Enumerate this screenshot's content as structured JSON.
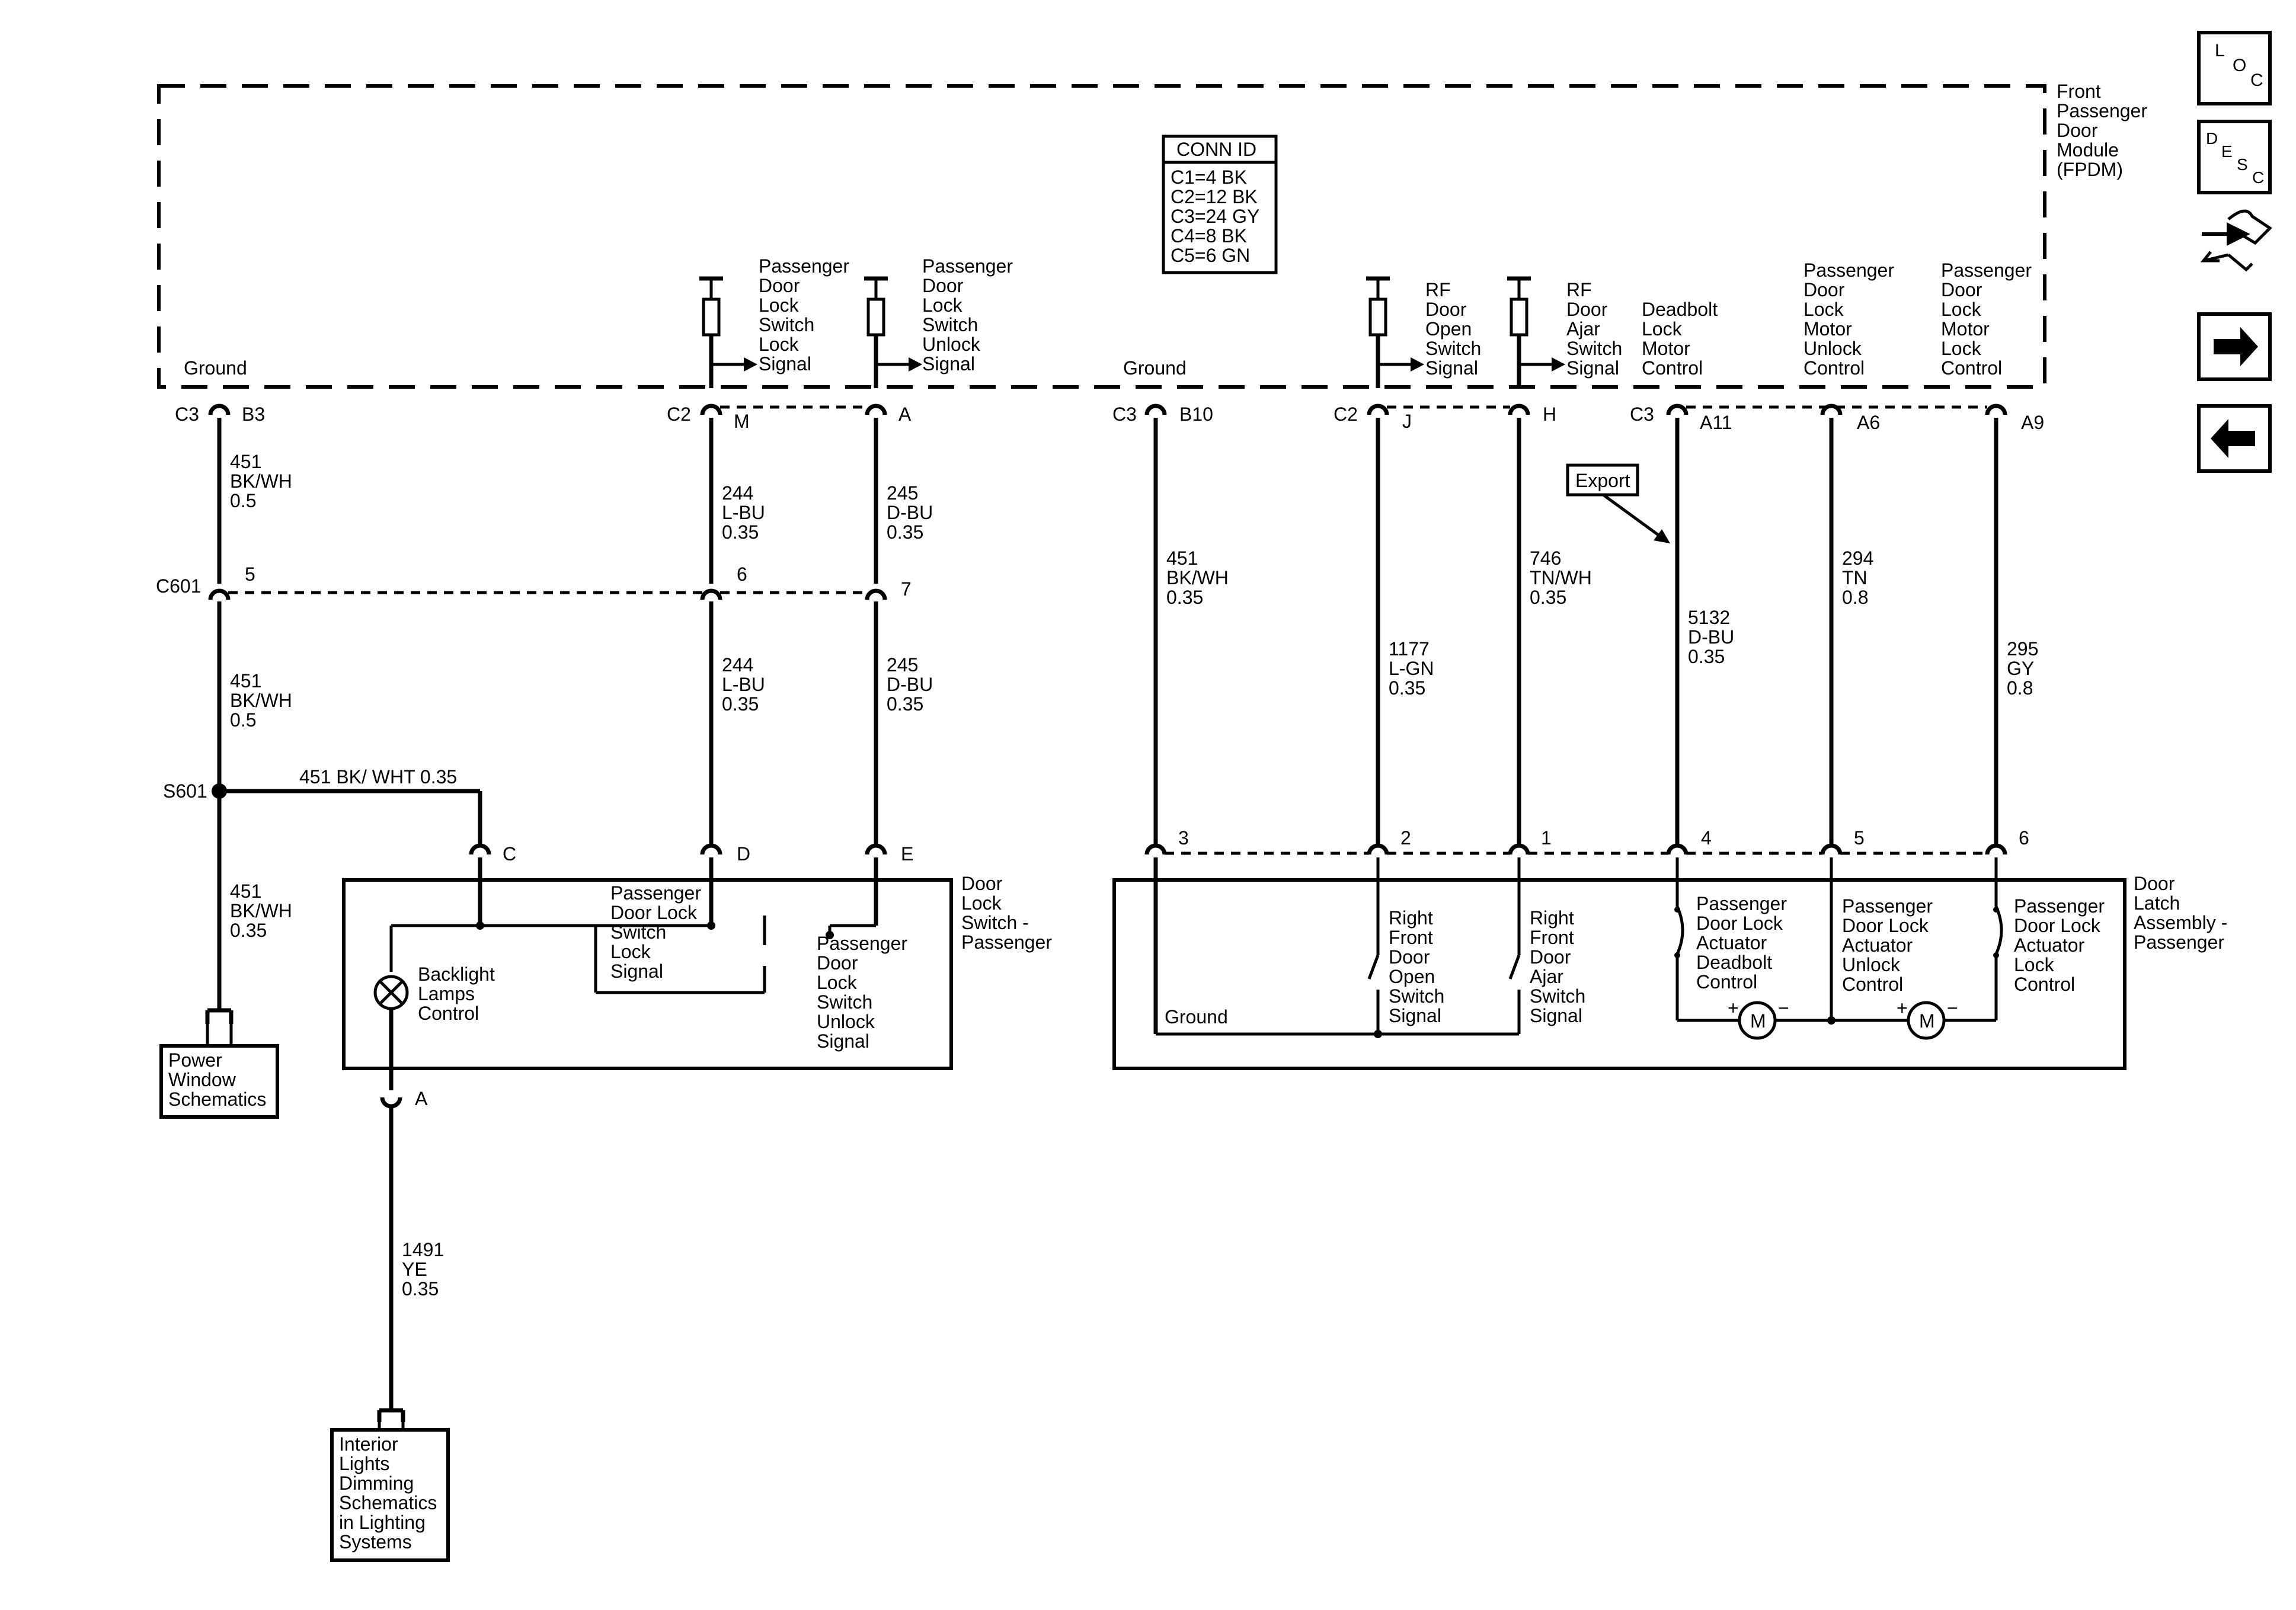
{
  "module": {
    "name_lines": [
      "Front",
      "Passenger",
      "Door",
      "Module",
      "(FPDM)"
    ]
  },
  "conn_id": {
    "title": "CONN ID",
    "lines": [
      "C1=4 BK",
      "C2=12 BK",
      "C3=24 GY",
      "C4=8 BK",
      "C5=6 GN"
    ]
  },
  "module_pins": [
    {
      "label": [
        "Ground"
      ],
      "conn": "C3",
      "pin": "B3"
    },
    {
      "label": [
        "Passenger",
        "Door",
        "Lock",
        "Switch",
        "Lock",
        "Signal"
      ],
      "conn": "C2",
      "pin": "M"
    },
    {
      "label": [
        "Passenger",
        "Door",
        "Lock",
        "Switch",
        "Unlock",
        "Signal"
      ],
      "conn": "",
      "pin": "A"
    },
    {
      "label": [
        "Ground"
      ],
      "conn": "C3",
      "pin": "B10"
    },
    {
      "label": [
        "RF",
        "Door",
        "Open",
        "Switch",
        "Signal"
      ],
      "conn": "C2",
      "pin": "J"
    },
    {
      "label": [
        "RF",
        "Door",
        "Ajar",
        "Switch",
        "Signal"
      ],
      "conn": "",
      "pin": "H"
    },
    {
      "label": [
        "Deadbolt",
        "Lock",
        "Motor",
        "Control"
      ],
      "conn": "C3",
      "pin": "A11"
    },
    {
      "label": [
        "Passenger",
        "Door",
        "Lock",
        "Motor",
        "Unlock",
        "Control"
      ],
      "conn": "",
      "pin": "A6"
    },
    {
      "label": [
        "Passenger",
        "Door",
        "Lock",
        "Motor",
        "Lock",
        "Control"
      ],
      "conn": "",
      "pin": "A9"
    }
  ],
  "wires": {
    "w451_top": [
      "451",
      "BK/WH",
      "0.5"
    ],
    "w244_top": [
      "244",
      "L-BU",
      "0.35"
    ],
    "w245_top": [
      "245",
      "D-BU",
      "0.35"
    ],
    "w451_mid": [
      "451",
      "BK/WH",
      "0.5"
    ],
    "w244_mid": [
      "244",
      "L-BU",
      "0.35"
    ],
    "w245_mid": [
      "245",
      "D-BU",
      "0.35"
    ],
    "w451_low": [
      "451",
      "BK/WH",
      "0.35"
    ],
    "w451_branch": "451 BK/ WHT 0.35",
    "w1491": [
      "1491",
      "YE",
      "0.35"
    ],
    "w451_b10": [
      "451",
      "BK/WH",
      "0.35"
    ],
    "w1177": [
      "1177",
      "L-GN",
      "0.35"
    ],
    "w746": [
      "746",
      "TN/WH",
      "0.35"
    ],
    "w5132": [
      "5132",
      "D-BU",
      "0.35"
    ],
    "w294": [
      "294",
      "TN",
      "0.8"
    ],
    "w295": [
      "295",
      "GY",
      "0.8"
    ]
  },
  "inline_connector": {
    "name": "C601",
    "pins": [
      "5",
      "6",
      "7"
    ]
  },
  "splice": {
    "name": "S601"
  },
  "switch_component": {
    "name_lines": [
      "Door",
      "Lock",
      "Switch -",
      "Passenger"
    ],
    "pins": [
      "C",
      "D",
      "E",
      "A"
    ],
    "backlight_lines": [
      "Backlight",
      "Lamps",
      "Control"
    ],
    "lock_signal_lines": [
      "Passenger",
      "Door Lock",
      "Switch",
      "Lock",
      "Signal"
    ],
    "unlock_signal_lines": [
      "Passenger",
      "Door",
      "Lock",
      "Switch",
      "Unlock",
      "Signal"
    ]
  },
  "latch_component": {
    "name_lines": [
      "Door",
      "Latch",
      "Assembly -",
      "Passenger"
    ],
    "pins": [
      "3",
      "2",
      "1",
      "4",
      "5",
      "6"
    ],
    "ground": "Ground",
    "open_switch_lines": [
      "Right",
      "Front",
      "Door",
      "Open",
      "Switch",
      "Signal"
    ],
    "ajar_switch_lines": [
      "Right",
      "Front",
      "Door",
      "Ajar",
      "Switch",
      "Signal"
    ],
    "deadbolt_lines": [
      "Passenger",
      "Door Lock",
      "Actuator",
      "Deadbolt",
      "Control"
    ],
    "unlock_lines": [
      "Passenger",
      "Door Lock",
      "Actuator",
      "Unlock",
      "Control"
    ],
    "lock_lines": [
      "Passenger",
      "Door Lock",
      "Actuator",
      "Lock",
      "Control"
    ],
    "motor_label": "M",
    "plus": "+",
    "minus": "−"
  },
  "export_label": "Export",
  "refs": {
    "power_window": [
      "Power",
      "Window",
      "Schematics"
    ],
    "interior_lights": [
      "Interior",
      "Lights",
      "Dimming",
      "Schematics",
      "in Lighting",
      "Systems"
    ]
  },
  "nav": {
    "loc": [
      "L",
      "O",
      "C"
    ],
    "desc": [
      "D",
      "E",
      "S",
      "C"
    ],
    "icons": [
      "connector-swap-icon",
      "arrow-right-icon",
      "arrow-left-icon"
    ]
  }
}
